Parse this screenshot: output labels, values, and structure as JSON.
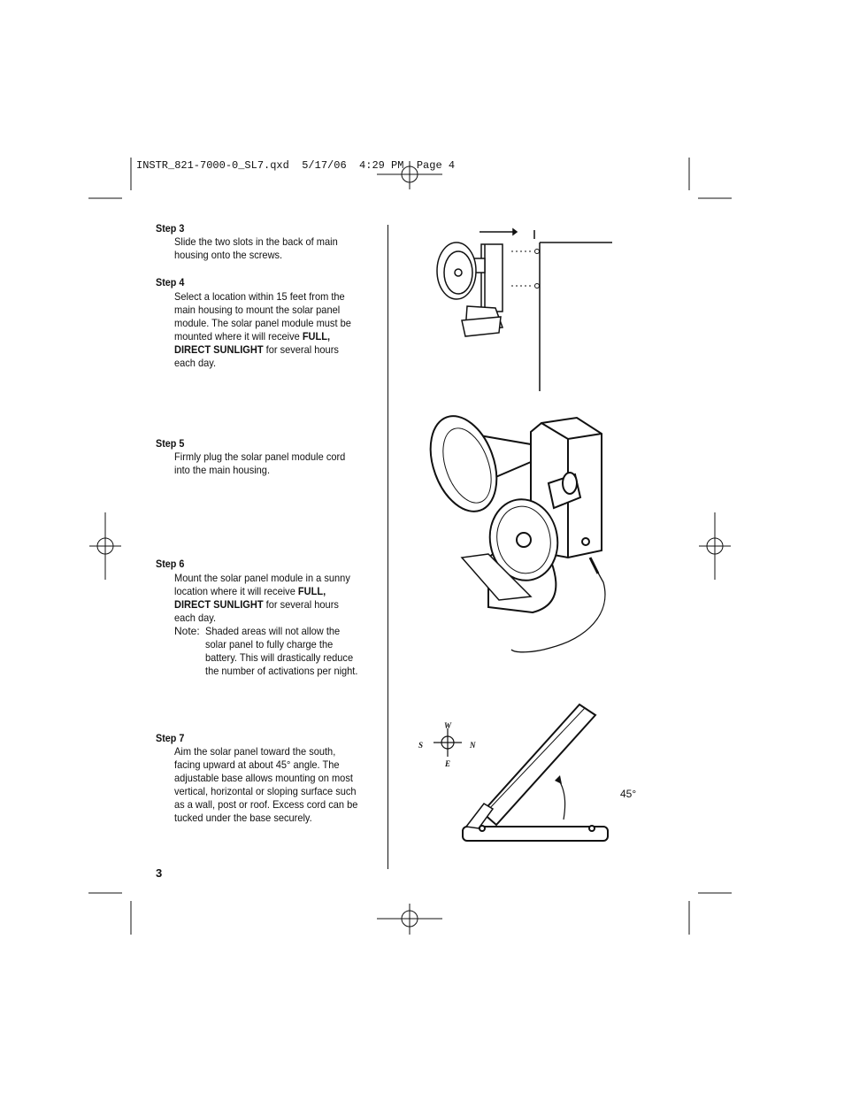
{
  "header": {
    "file_info": "INSTR_821-7000-0_SL7.qxd  5/17/06  4:29 PM  Page 4"
  },
  "steps": [
    {
      "title": "Step 3",
      "text": "Slide the two slots in the back of main housing onto the screws."
    },
    {
      "title": "Step 4",
      "text_before": "Select a location within 15 feet from the main housing to mount the solar panel module. The solar panel module must be mounted where it will receive ",
      "emphasis": "FULL, DIRECT SUNLIGHT",
      "text_after": " for several hours each day."
    },
    {
      "title": "Step 5",
      "text": "Firmly plug the solar panel module cord into the main housing."
    },
    {
      "title": "Step 6",
      "text_before": "Mount the solar panel module in a sunny location where it will receive ",
      "emphasis": "FULL, DIRECT SUNLIGHT",
      "text_after": " for several hours each day.",
      "note_label": "Note:",
      "note_text": "Shaded areas will not allow the solar panel to fully charge the battery. This will drastically reduce the number of activations per night."
    },
    {
      "title": "Step 7",
      "text": "Aim the solar panel toward the south, facing upward at about 45° angle. The adjustable base allows mounting on most vertical, horizontal or sloping surface such as a wall, post or roof. Excess cord can be tucked under the base securely."
    }
  ],
  "page_number": "3",
  "figure": {
    "angle_label": "45°",
    "compass": {
      "north": "N",
      "south": "S",
      "east": "E",
      "west": "W"
    }
  }
}
